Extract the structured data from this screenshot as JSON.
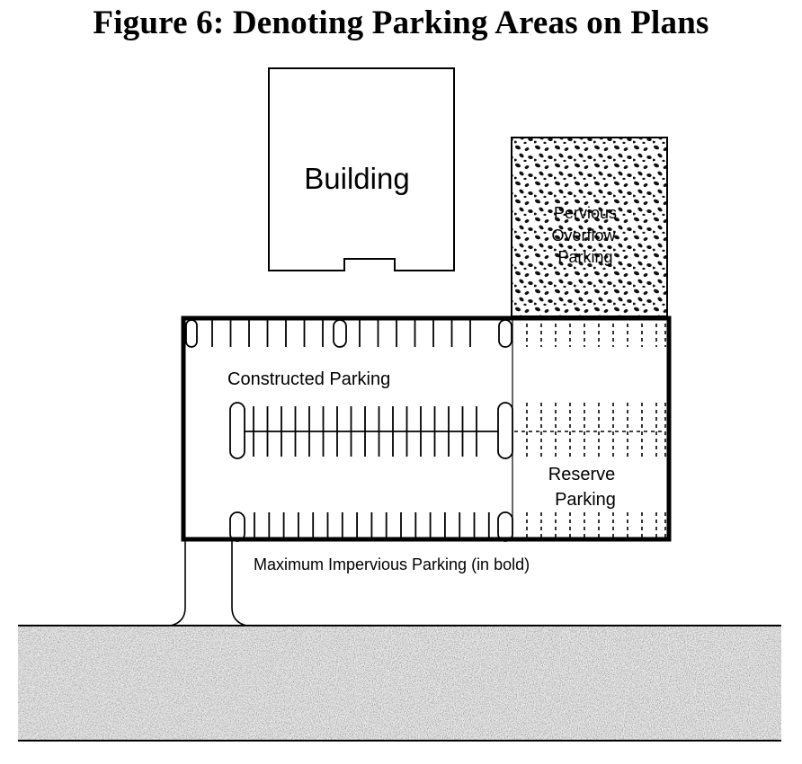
{
  "title": "Figure 6:  Denoting Parking Areas on Plans",
  "labels": {
    "building": "Building",
    "pervious_line1": "Pervious",
    "pervious_line2": "Overflow",
    "pervious_line3": "Parking",
    "constructed": "Constructed Parking",
    "reserve_line1": "Reserve",
    "reserve_line2": "Parking",
    "maximum": "Maximum Impervious Parking (in bold)"
  }
}
